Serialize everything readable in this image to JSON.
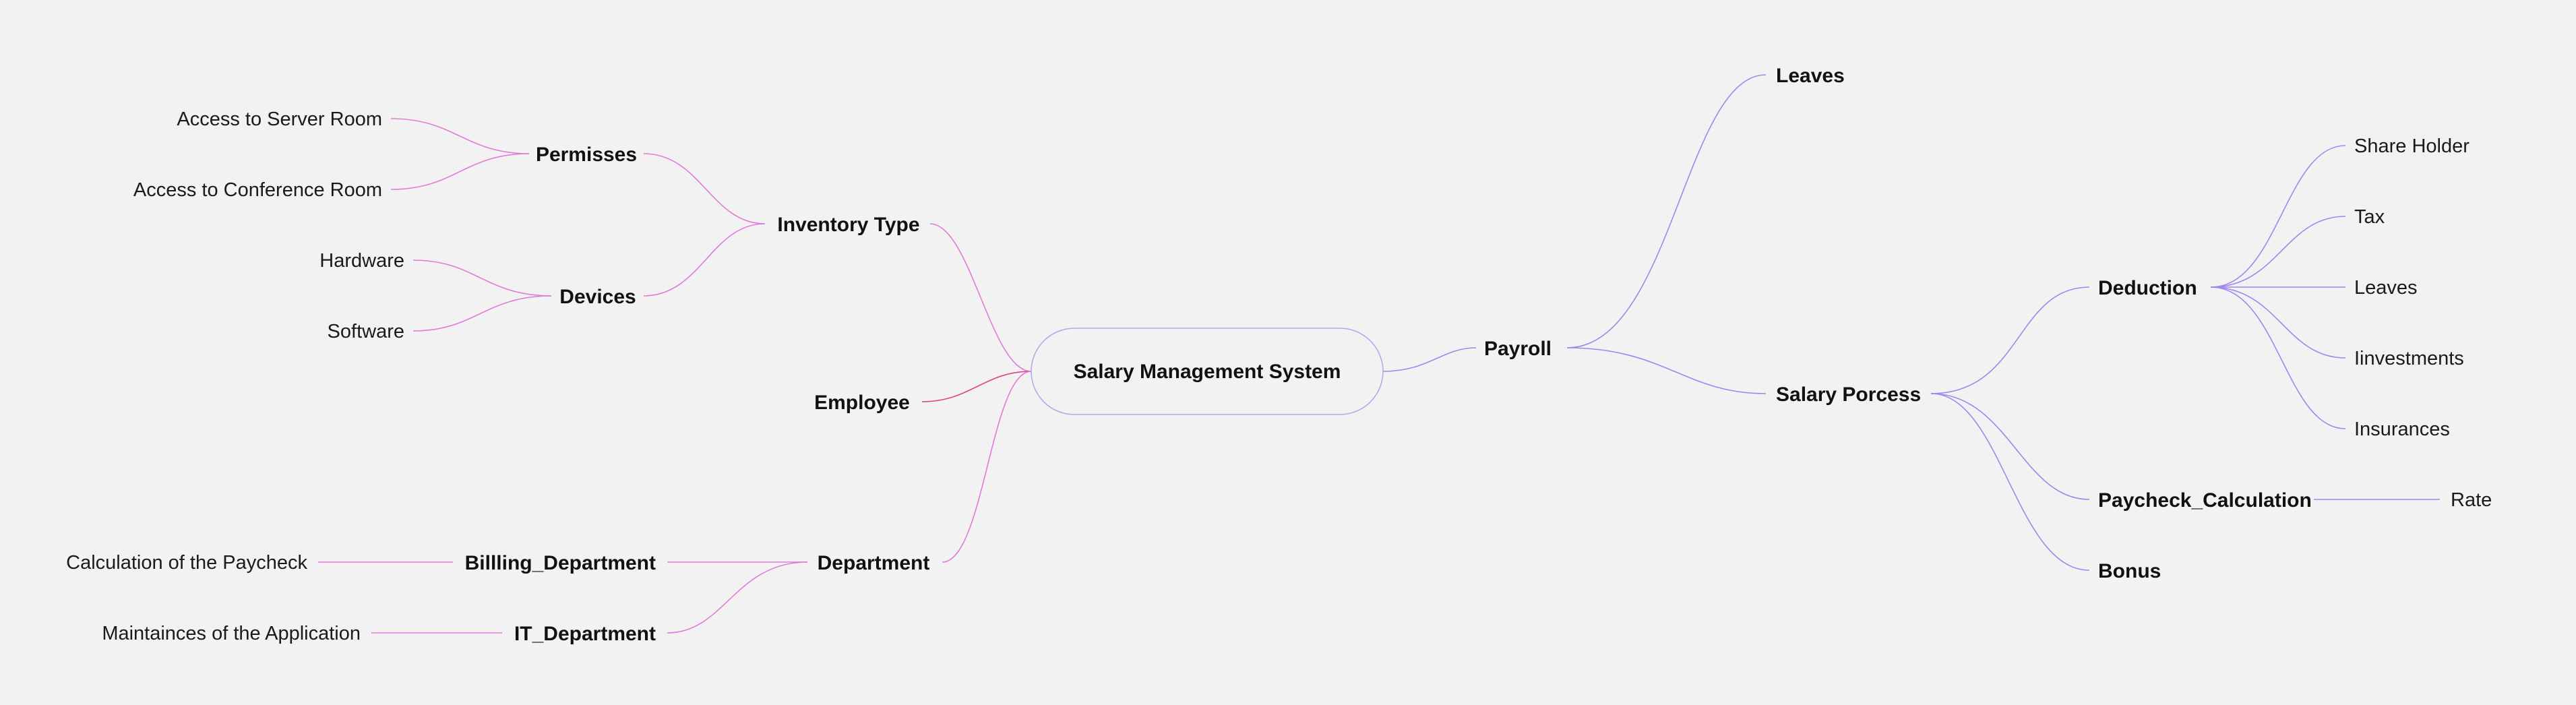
{
  "colors": {
    "background": "#f2f2f2",
    "left_branch": "#e27ad9",
    "employee_branch": "#e0457e",
    "right_branch": "#9e86ee",
    "root_border": "#b5a8ee",
    "text": "#1a1a1a"
  },
  "root": {
    "label": "Salary Management System"
  },
  "left": {
    "inventory_type": {
      "label": "Inventory Type",
      "permisses": {
        "label": "Permisses",
        "children": [
          "Access to Server Room",
          "Access to Conference Room"
        ]
      },
      "devices": {
        "label": "Devices",
        "children": [
          "Hardware",
          "Software"
        ]
      }
    },
    "employee": {
      "label": "Employee"
    },
    "department": {
      "label": "Department",
      "billing": {
        "label": "Billling_Department",
        "child": "Calculation of the Paycheck"
      },
      "it": {
        "label": "IT_Department",
        "child": "Maintainces of the Application"
      }
    }
  },
  "right": {
    "payroll": {
      "label": "Payroll",
      "leaves": {
        "label": "Leaves"
      },
      "salary_process": {
        "label": "Salary Porcess",
        "deduction": {
          "label": "Deduction",
          "children": [
            "Share Holder",
            "Tax",
            "Leaves",
            "Iinvestments",
            "Insurances"
          ]
        },
        "paycheck": {
          "label": "Paycheck_Calculation",
          "child": "Rate"
        },
        "bonus": {
          "label": "Bonus"
        }
      }
    }
  }
}
